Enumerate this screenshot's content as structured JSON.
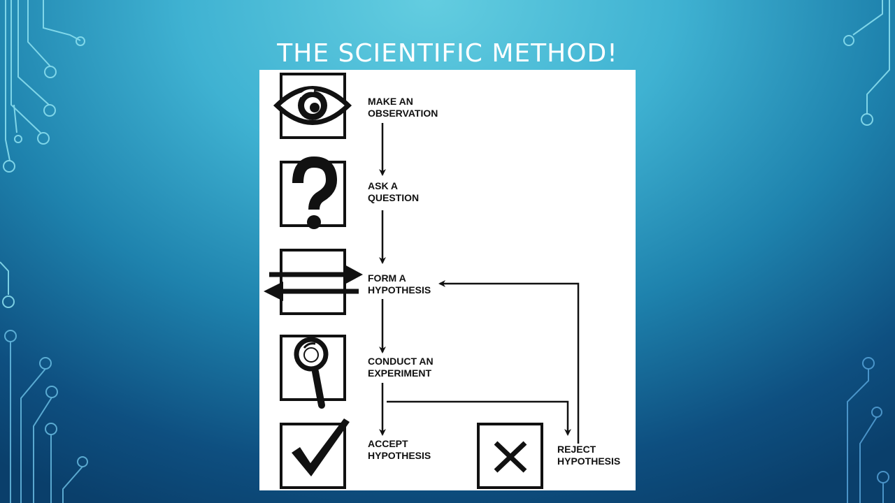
{
  "slide": {
    "title": "THE SCIENTIFIC METHOD!",
    "background_colors": [
      "#63cde0",
      "#1e82ad",
      "#0a3f6b"
    ],
    "decor": "circuit-lines"
  },
  "flowchart": {
    "steps": [
      {
        "icon": "eye-icon",
        "line1": "MAKE AN",
        "line2": "OBSERVATION"
      },
      {
        "icon": "question-mark-icon",
        "line1": "ASK A",
        "line2": "QUESTION"
      },
      {
        "icon": "opposing-arrows-icon",
        "line1": "FORM A",
        "line2": "HYPOTHESIS"
      },
      {
        "icon": "magnifying-glass-icon",
        "line1": "CONDUCT AN",
        "line2": "EXPERIMENT"
      },
      {
        "icon": "checkmark-icon",
        "line1": "ACCEPT",
        "line2": "HYPOTHESIS"
      },
      {
        "icon": "x-mark-icon",
        "line1": "REJECT",
        "line2": "HYPOTHESIS"
      }
    ]
  }
}
